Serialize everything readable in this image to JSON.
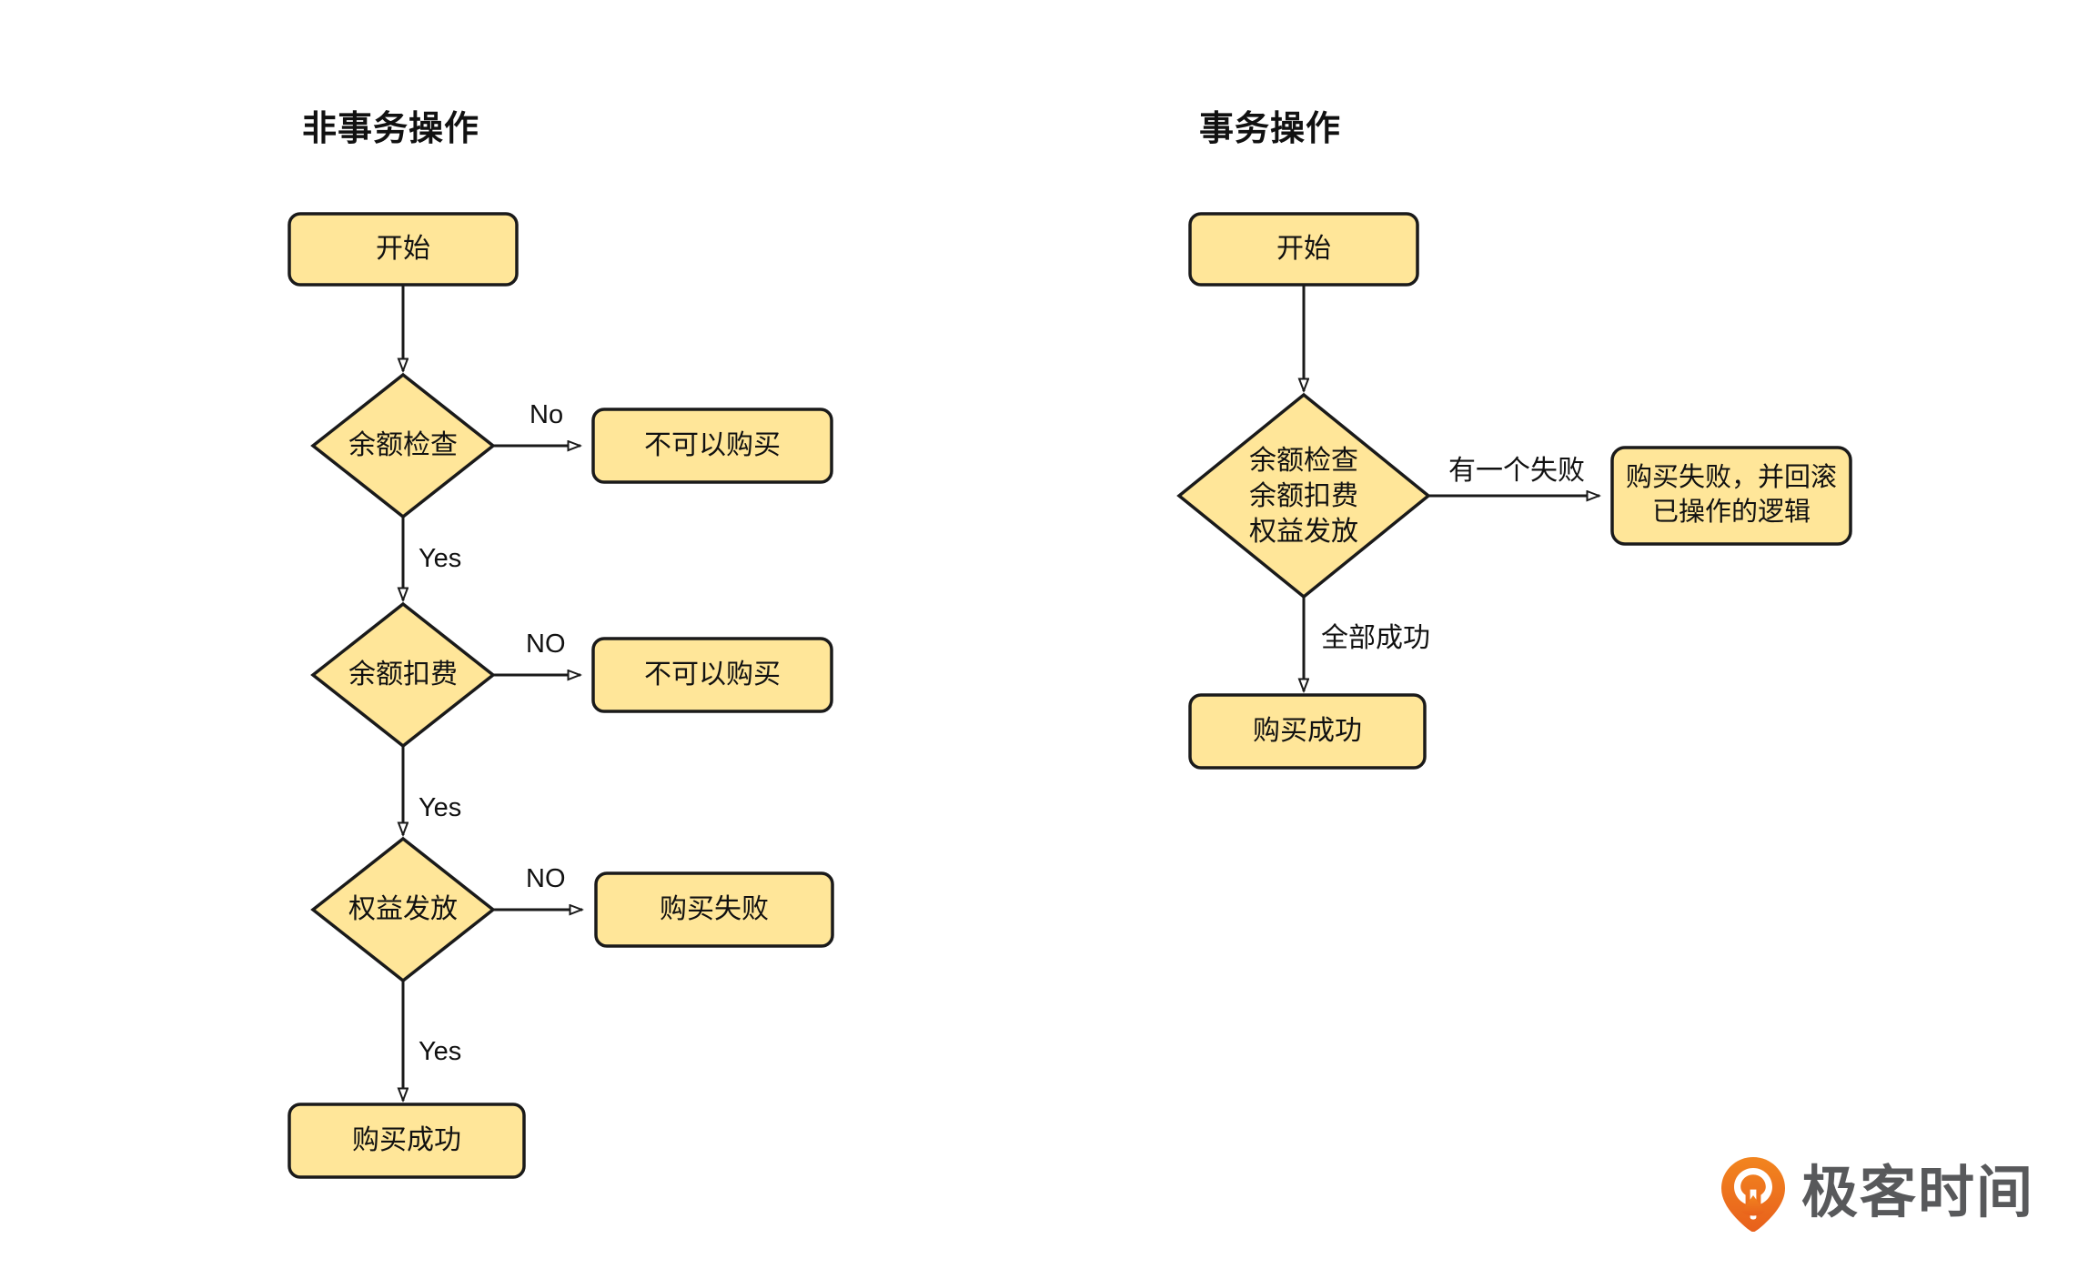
{
  "meta": {
    "bg_color": "#ffffff",
    "node_fill": "#ffe699",
    "node_stroke": "#1a1a1a",
    "edge_color": "#1a1a1a",
    "text_color": "#111111"
  },
  "columns": [
    {
      "id": "non-transactional",
      "title": "非事务操作",
      "nodes": [
        {
          "id": "start",
          "type": "process",
          "label": "开始"
        },
        {
          "id": "balance-check",
          "type": "decision",
          "label": "余额检查"
        },
        {
          "id": "cannot-buy-1",
          "type": "process",
          "label": "不可以购买"
        },
        {
          "id": "balance-deduct",
          "type": "decision",
          "label": "余额扣费"
        },
        {
          "id": "cannot-buy-2",
          "type": "process",
          "label": "不可以购买"
        },
        {
          "id": "rights-grant",
          "type": "decision",
          "label": "权益发放"
        },
        {
          "id": "purchase-failed",
          "type": "process",
          "label": "购买失败"
        },
        {
          "id": "purchase-success",
          "type": "process",
          "label": "购买成功"
        }
      ],
      "edges": [
        {
          "from": "start",
          "to": "balance-check",
          "label": ""
        },
        {
          "from": "balance-check",
          "to": "cannot-buy-1",
          "label": "No"
        },
        {
          "from": "balance-check",
          "to": "balance-deduct",
          "label": "Yes"
        },
        {
          "from": "balance-deduct",
          "to": "cannot-buy-2",
          "label": "NO"
        },
        {
          "from": "balance-deduct",
          "to": "rights-grant",
          "label": "Yes"
        },
        {
          "from": "rights-grant",
          "to": "purchase-failed",
          "label": "NO"
        },
        {
          "from": "rights-grant",
          "to": "purchase-success",
          "label": "Yes"
        }
      ]
    },
    {
      "id": "transactional",
      "title": "事务操作",
      "nodes": [
        {
          "id": "start2",
          "type": "process",
          "label": "开始"
        },
        {
          "id": "combined-ops",
          "type": "decision",
          "label": "余额检查\n余额扣费\n权益发放"
        },
        {
          "id": "failed-rollback",
          "type": "process",
          "label": "购买失败，并回滚\n已操作的逻辑"
        },
        {
          "id": "purchase-success2",
          "type": "process",
          "label": "购买成功"
        }
      ],
      "edges": [
        {
          "from": "start2",
          "to": "combined-ops",
          "label": ""
        },
        {
          "from": "combined-ops",
          "to": "failed-rollback",
          "label": "有一个失败"
        },
        {
          "from": "combined-ops",
          "to": "purchase-success2",
          "label": "全部成功"
        }
      ]
    }
  ],
  "labels": {
    "left_title": "非事务操作",
    "right_title": "事务操作",
    "start": "开始",
    "balance_check": "余额检查",
    "balance_deduct": "余额扣费",
    "rights_grant": "权益发放",
    "cannot_buy": "不可以购买",
    "purchase_failed": "购买失败",
    "purchase_success": "购买成功",
    "combined_ops": "余额检查\n余额扣费\n权益发放",
    "failed_rollback": "购买失败，并回滚\n已操作的逻辑",
    "no_lower": "No",
    "no_upper": "NO",
    "yes": "Yes",
    "one_failed": "有一个失败",
    "all_success": "全部成功"
  },
  "watermark": {
    "brand_text": "极客时间",
    "mark_name": "geek-time-pin-logo",
    "mark_color_start": "#f07b1e",
    "mark_color_end": "#e8601c",
    "text_color": "#58595b"
  }
}
